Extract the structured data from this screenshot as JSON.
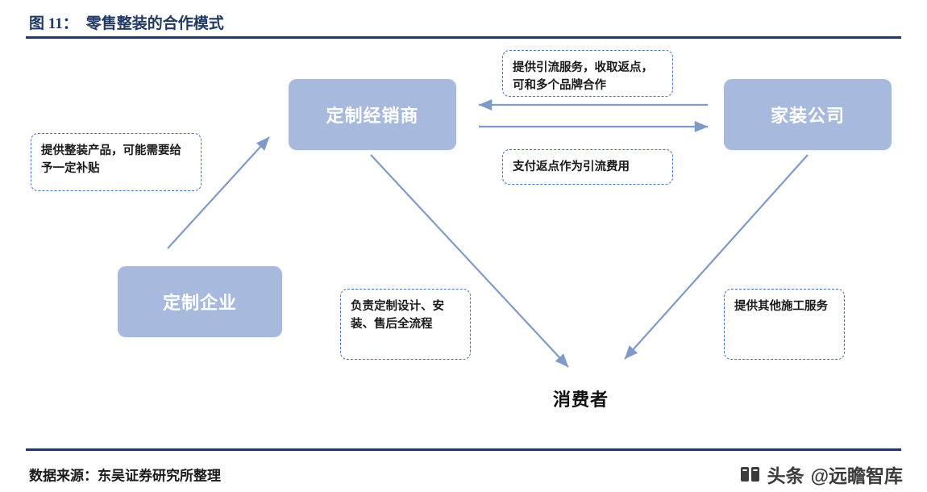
{
  "header": {
    "figure_label": "图 11：",
    "figure_title": "零售整装的合作模式"
  },
  "footer": {
    "source": "数据来源：东吴证券研究所整理",
    "watermark_brand": "头条",
    "watermark_handle": "@远瞻智库"
  },
  "diagram": {
    "nodes": [
      {
        "id": "dealer",
        "label": "定制经销商"
      },
      {
        "id": "decor",
        "label": "家装公司"
      },
      {
        "id": "maker",
        "label": "定制企业"
      }
    ],
    "plain_labels": [
      {
        "id": "consumer",
        "label": "消费者"
      }
    ],
    "notes": [
      {
        "id": "note-traffic",
        "text": "提供引流服务，收取返点，可和多个品牌合作"
      },
      {
        "id": "note-rebate",
        "text": "支付返点作为引流费用"
      },
      {
        "id": "note-supply",
        "text": "提供整装产品，可能需要给予一定补贴"
      },
      {
        "id": "note-service",
        "text": "负责定制设计、安装、售后全流程"
      },
      {
        "id": "note-other",
        "text": "提供其他施工服务"
      }
    ],
    "colors": {
      "node_fill": "#a8b9de",
      "note_border": "#4472c4",
      "arrow": "#7f9ac8",
      "header": "#1f3864"
    }
  }
}
